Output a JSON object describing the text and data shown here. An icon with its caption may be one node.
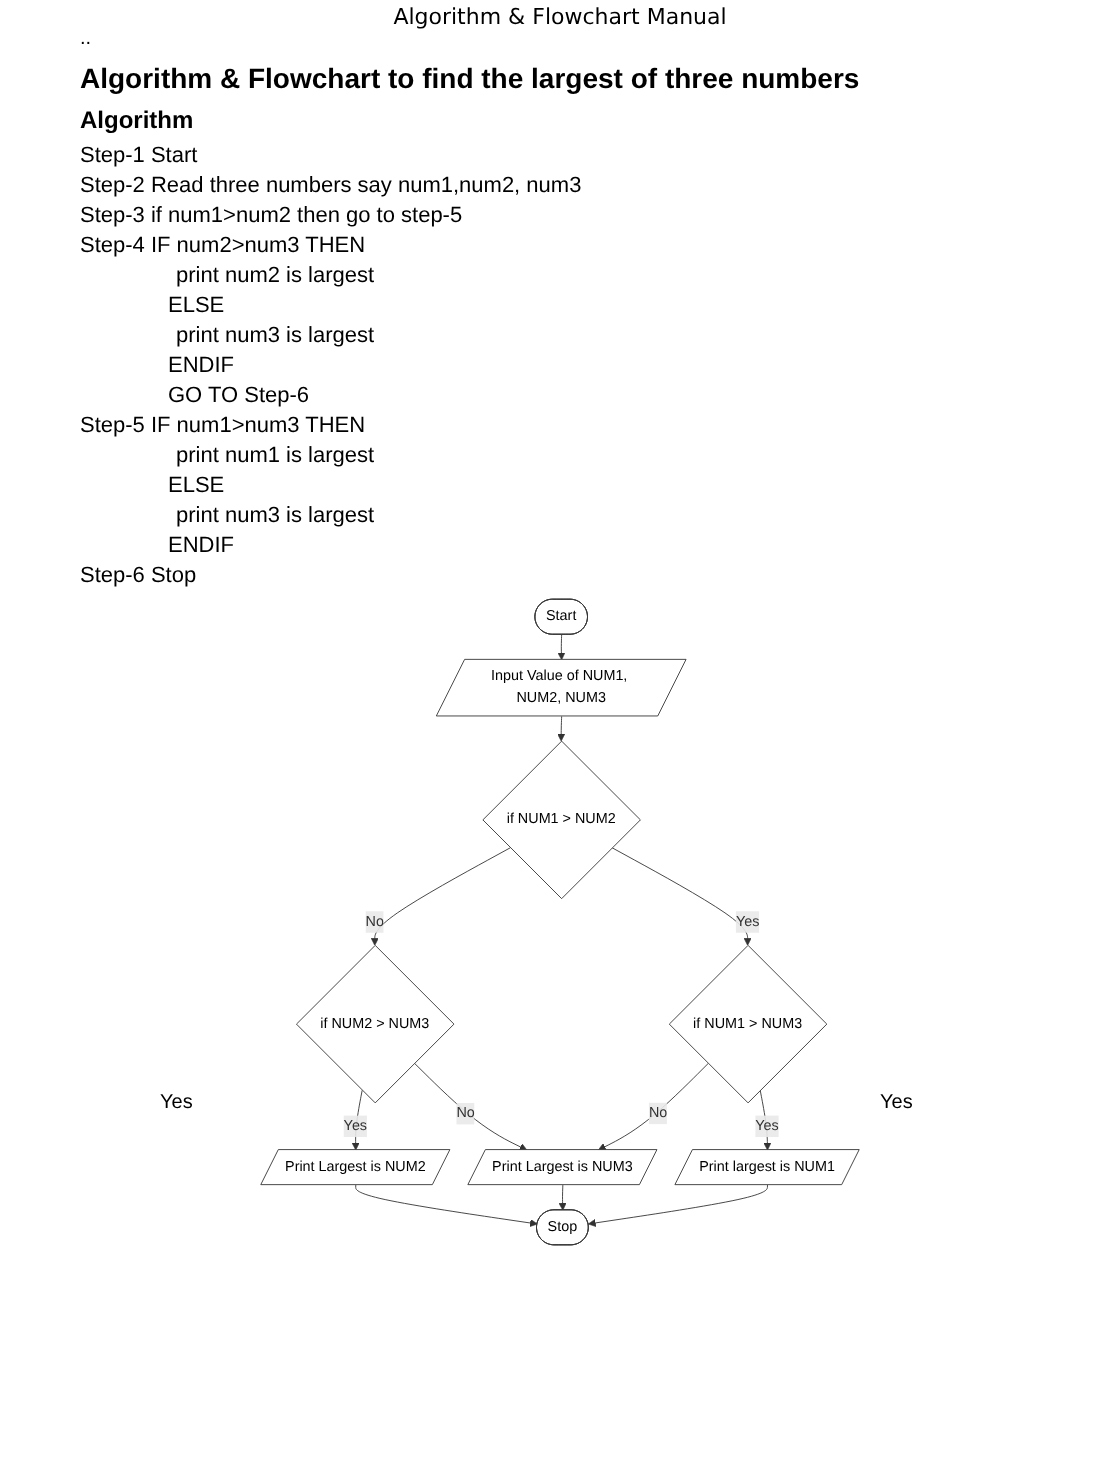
{
  "diagram": {
    "title": "Algorithm & Flowchart to find the largest of three numbers",
    "nodes": [
      {
        "text": [
          "Start"
        ]
      },
      {
        "text": [
          "Input Value of NUM1, NUM2, NUM3"
        ]
      },
      {
        "text": [
          "Print Largest is NUM2"
        ]
      },
      {
        "text": [
          "if NUM2 > NUM3"
        ]
      },
      {
        "text": [
          "if NUM1 > NUM2"
        ]
      },
      {
        "text": [
          "if NUM1 > NUM3"
        ]
      },
      {
        "text": [
          "Print largest is NUM1"
        ]
      },
      {
        "text": [
          "Print Largest is NUM3"
        ]
      },
      {
        "text": [
          "Stop"
        ]
      }
    ],
    "edges": [
      {
        "from": 0,
        "to": 1,
        "arrow": "to"
      },
      {
        "from": 1,
        "to": 4,
        "arrow": "to"
      },
      {
        "from": 4,
        "to": 3,
        "label": "No",
        "arrow": "to"
      },
      {
        "from": 4,
        "to": 5,
        "label": "Yes",
        "arrow": "to"
      },
      {
        "from": 3,
        "to": 2,
        "label": "Yes",
        "arrow": "to"
      },
      {
        "from": 5,
        "to": 6,
        "label": "Yes",
        "arrow": "to"
      },
      {
        "from": 3,
        "to": 7,
        "label": "No",
        "arrow": "to"
      },
      {
        "from": 5,
        "to": 7,
        "label": "No",
        "arrow": "to"
      },
      {
        "from": 2,
        "to": 8,
        "arrow": "to"
      },
      {
        "from": 7,
        "to": 8,
        "arrow": "to"
      },
      {
        "from": 6,
        "to": 8,
        "arrow": "to"
      }
    ],
    "labels": [
      "Algorithm & Flowchart Manual",
      "..",
      "Algorithm",
      "Step-1 Start",
      "Step-2 Read three numbers say num1,num2, num3",
      "Step-3 if num1>num2 then go to step-5",
      "Step-4 IF num2>num3 THEN",
      "print num2 is largest",
      "ELSE",
      "print num3 is largest",
      "ENDIF",
      "GO TO Step-6",
      "Step-5 IF num1>num3 THEN",
      "print num1 is largest",
      "ELSE",
      "print num3 is largest",
      "ENDIF",
      "Step-6 Stop",
      "Yes",
      "Yes"
    ]
  }
}
